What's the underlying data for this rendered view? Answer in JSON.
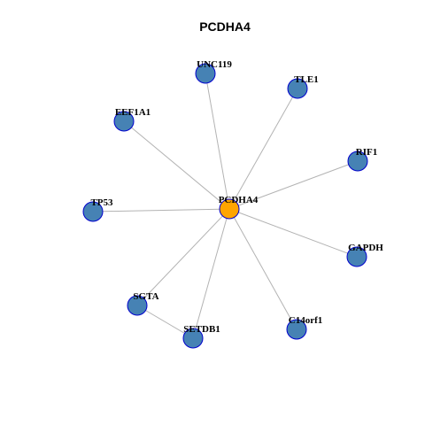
{
  "title": "PCDHA4",
  "colors": {
    "hub_fill": "#FFA500",
    "node_fill": "#4682B4",
    "node_stroke": "#0000CD",
    "edge": "#B3B3B3"
  },
  "nodes": [
    {
      "id": "PCDHA4",
      "label": "PCDHA4",
      "role": "hub"
    },
    {
      "id": "UNC119",
      "label": "UNC119",
      "role": "neighbor"
    },
    {
      "id": "TLE1",
      "label": "TLE1",
      "role": "neighbor"
    },
    {
      "id": "EEF1A1",
      "label": "EEF1A1",
      "role": "neighbor"
    },
    {
      "id": "RIF1",
      "label": "RIF1",
      "role": "neighbor"
    },
    {
      "id": "TP53",
      "label": "TP53",
      "role": "neighbor"
    },
    {
      "id": "GAPDH",
      "label": "GAPDH",
      "role": "neighbor"
    },
    {
      "id": "SGTA",
      "label": "SGTA",
      "role": "neighbor"
    },
    {
      "id": "SETDB1",
      "label": "SETDB1",
      "role": "neighbor"
    },
    {
      "id": "C14orf1",
      "label": "C14orf1",
      "role": "neighbor"
    }
  ],
  "edges": [
    [
      "PCDHA4",
      "UNC119"
    ],
    [
      "PCDHA4",
      "TLE1"
    ],
    [
      "PCDHA4",
      "EEF1A1"
    ],
    [
      "PCDHA4",
      "RIF1"
    ],
    [
      "PCDHA4",
      "TP53"
    ],
    [
      "PCDHA4",
      "GAPDH"
    ],
    [
      "PCDHA4",
      "SGTA"
    ],
    [
      "PCDHA4",
      "SETDB1"
    ],
    [
      "PCDHA4",
      "C14orf1"
    ],
    [
      "SGTA",
      "SETDB1"
    ]
  ]
}
